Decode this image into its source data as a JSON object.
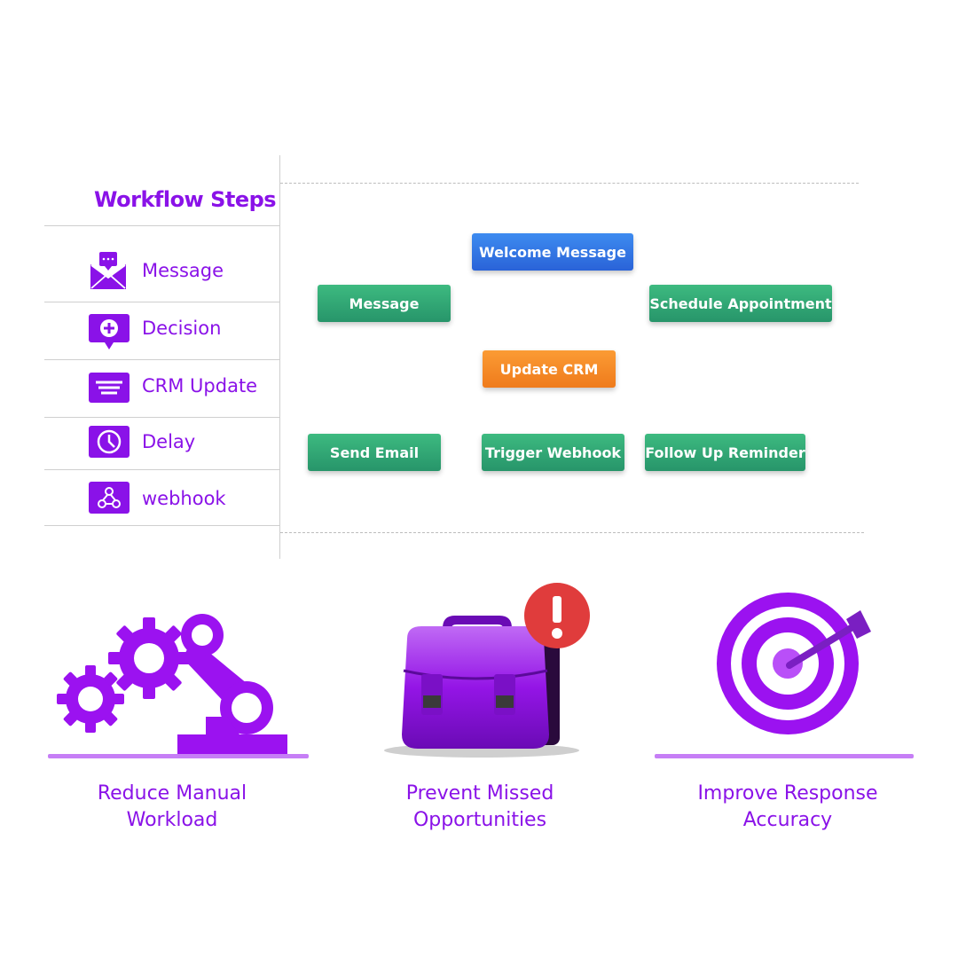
{
  "colors": {
    "accent": "#8a12e8",
    "node_green": "#2ea873",
    "node_blue": "#3378e6",
    "node_orange": "#f58a26",
    "divider": "#cfcfcf",
    "alert_red": "#e03c3c"
  },
  "sidebar": {
    "title": "Workflow Steps",
    "items": [
      {
        "label": "Message",
        "icon": "envelope-icon"
      },
      {
        "label": "Decision",
        "icon": "plus-bubble-icon"
      },
      {
        "label": "CRM Update",
        "icon": "lines-icon"
      },
      {
        "label": "Delay",
        "icon": "clock-icon"
      },
      {
        "label": "webhook",
        "icon": "webhook-icon"
      }
    ]
  },
  "canvas": {
    "nodes": [
      {
        "label": "Welcome Message",
        "color": "blue"
      },
      {
        "label": "Message",
        "color": "green"
      },
      {
        "label": "Schedule Appointment",
        "color": "green"
      },
      {
        "label": "Update CRM",
        "color": "orange"
      },
      {
        "label": "Send Email",
        "color": "green"
      },
      {
        "label": "Trigger Webhook",
        "color": "green"
      },
      {
        "label": "Follow Up Reminder",
        "color": "green"
      }
    ]
  },
  "benefits": [
    {
      "line1": "Reduce Manual",
      "line2": "Workload",
      "icon": "robot-arm-gears-icon"
    },
    {
      "line1": "Prevent Missed",
      "line2": "Opportunities",
      "icon": "briefcase-alert-icon"
    },
    {
      "line1": "Improve Response",
      "line2": "Accuracy",
      "icon": "target-arrow-icon"
    }
  ]
}
